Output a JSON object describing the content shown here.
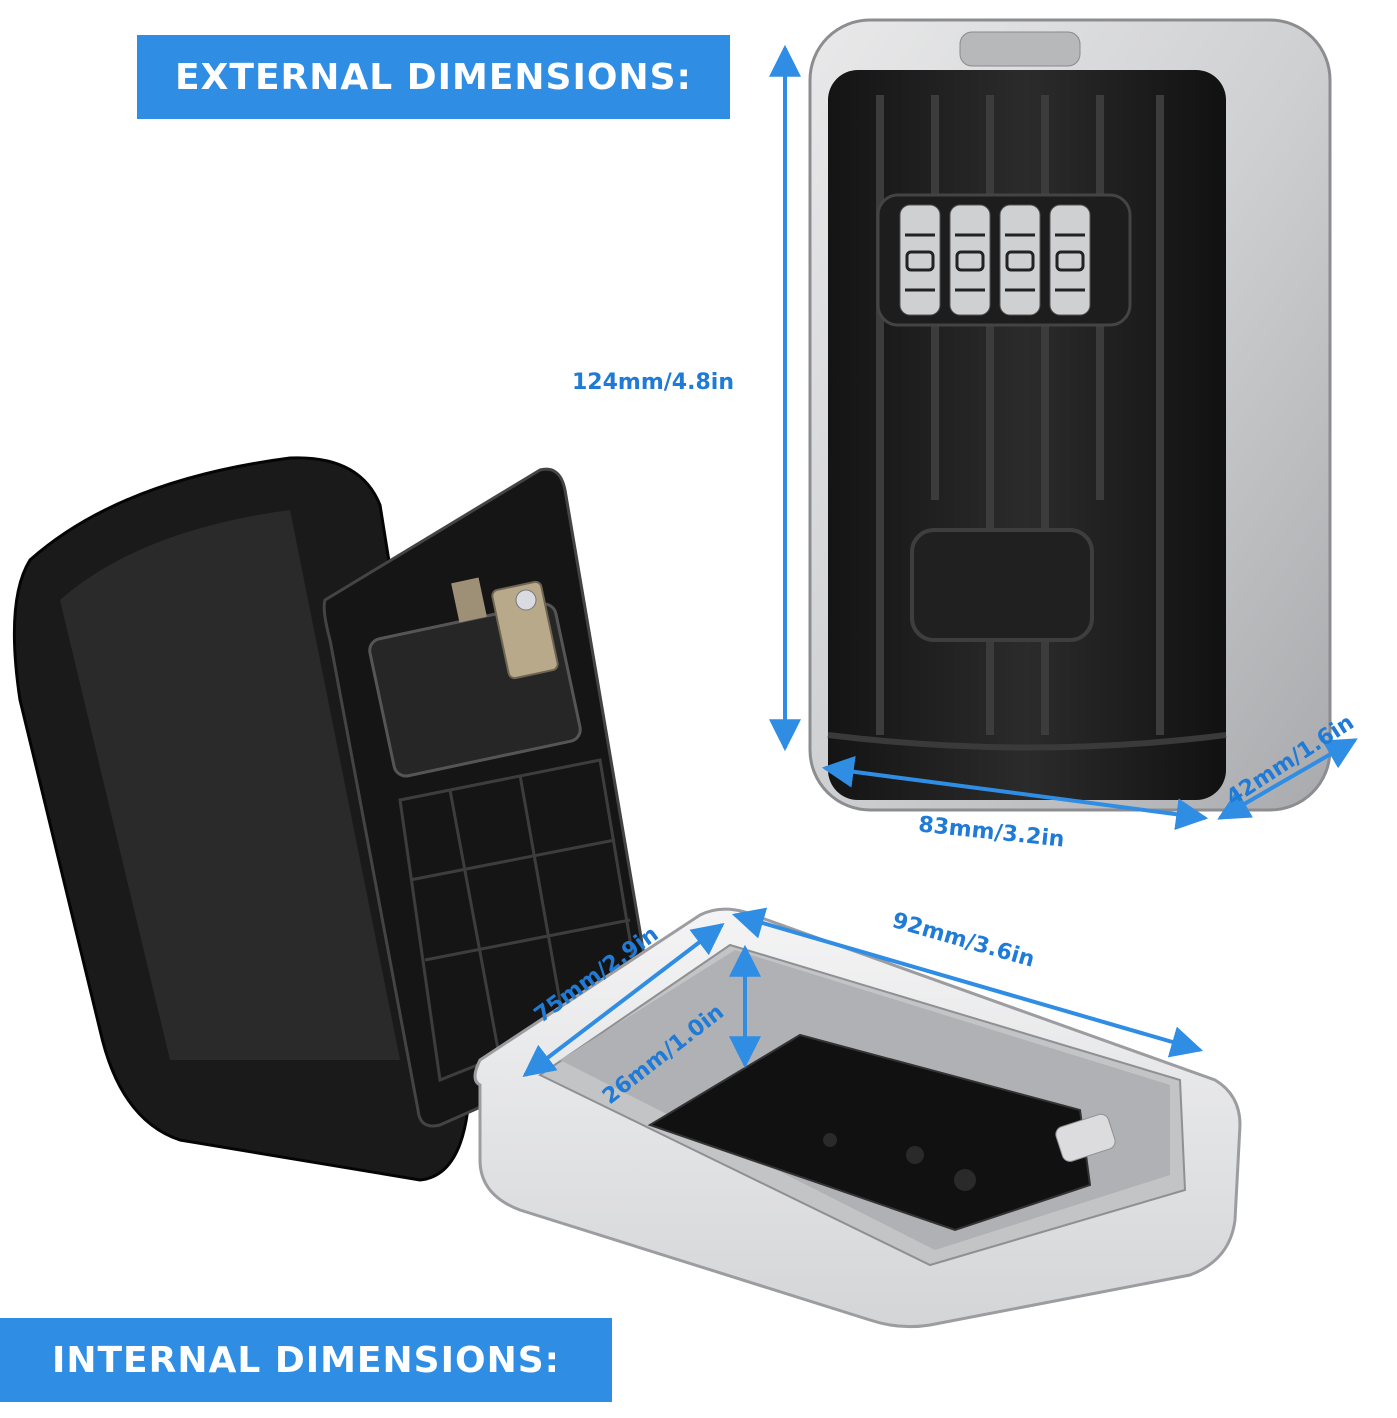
{
  "banners": {
    "external": "EXTERNAL DIMENSIONS:",
    "internal": "INTERNAL DIMENSIONS:"
  },
  "external_dimensions": {
    "height": "124mm/4.8in",
    "width": "83mm/3.2in",
    "depth": "42mm/1.6in"
  },
  "internal_dimensions": {
    "width": "92mm/3.6in",
    "depth": "75mm/2.9in",
    "height": "26mm/1.0in"
  },
  "colors": {
    "banner_blue": "#2f8de4",
    "dimension_text": "#1f7bd6",
    "arrow": "#2f8de4"
  }
}
